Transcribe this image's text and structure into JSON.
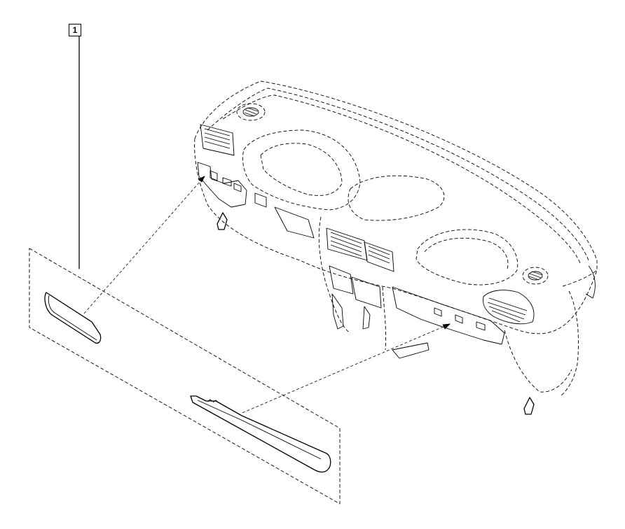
{
  "callout": {
    "number": "1"
  },
  "parts": [
    {
      "name": "dashboard-assembly"
    },
    {
      "name": "trim-strip-left"
    },
    {
      "name": "trim-strip-right"
    }
  ]
}
